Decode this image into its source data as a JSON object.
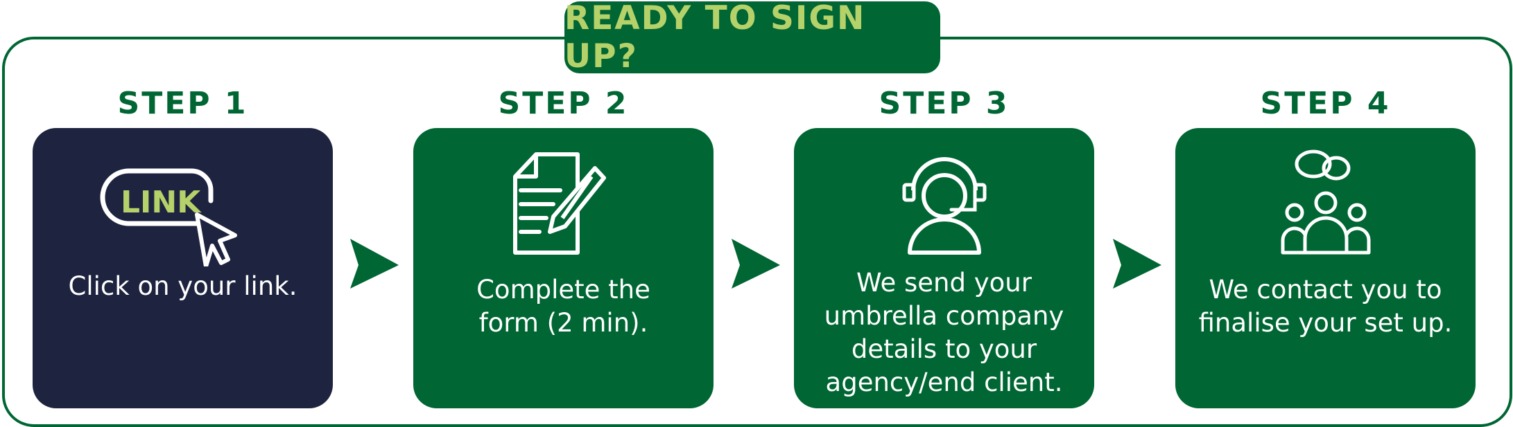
{
  "banner": {
    "title": "READY TO SIGN UP?"
  },
  "steps": [
    {
      "label": "STEP 1",
      "icon": "link-click-icon",
      "icon_text": "LINK",
      "description": "Click on your link."
    },
    {
      "label": "STEP 2",
      "icon": "form-pencil-icon",
      "description": "Complete the form (2 min)."
    },
    {
      "label": "STEP 3",
      "icon": "headset-agent-icon",
      "description": "We send your umbrella company details to your agency/end client."
    },
    {
      "label": "STEP 4",
      "icon": "group-chat-icon",
      "description": "We contact you to finalise your set up."
    }
  ],
  "colors": {
    "green": "#006633",
    "navy": "#1e2340",
    "lime": "#b5d16a"
  }
}
